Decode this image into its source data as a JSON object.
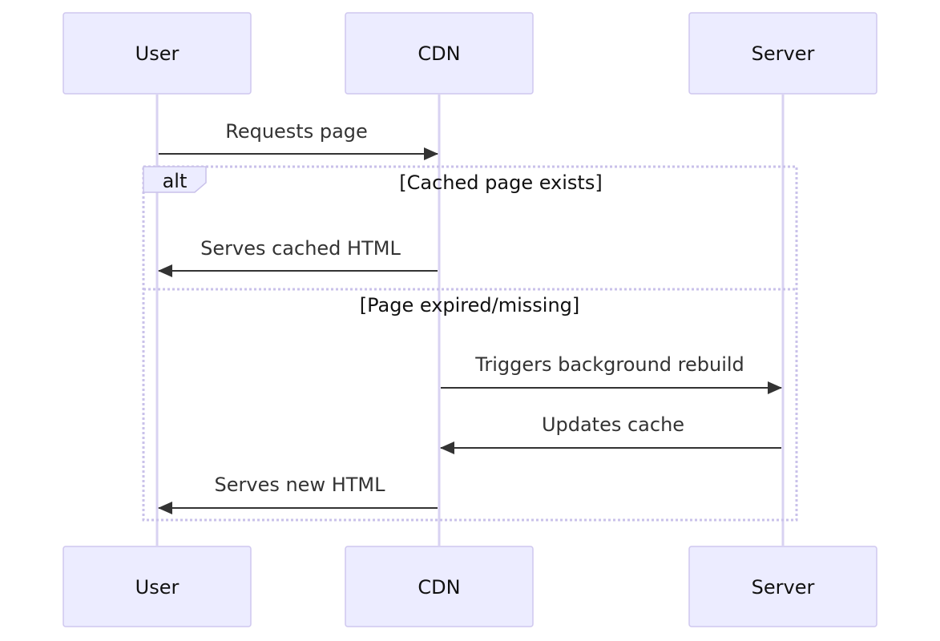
{
  "participants": {
    "user": "User",
    "cdn": "CDN",
    "server": "Server"
  },
  "messages": {
    "requests_page": "Requests page",
    "serves_cached": "Serves cached HTML",
    "triggers_rebuild": "Triggers background rebuild",
    "updates_cache": "Updates cache",
    "serves_new": "Serves new HTML"
  },
  "alt_frame": {
    "tag": "alt",
    "condition_1": "[Cached page exists]",
    "condition_2": "[Page expired/missing]"
  },
  "colors": {
    "actor_fill": "#ececff",
    "actor_border": "#cfc7ef",
    "lifeline": "#d8d2f2",
    "arrow": "#333333"
  }
}
